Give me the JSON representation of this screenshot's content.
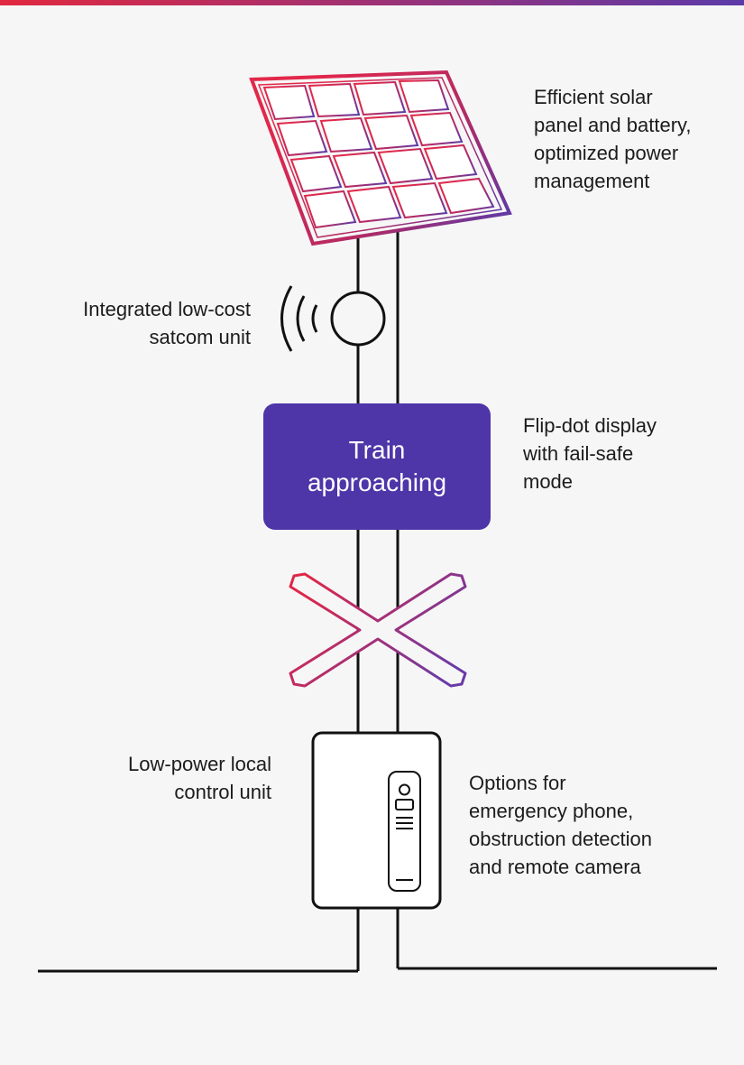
{
  "colors": {
    "background": "#f6f6f7",
    "gradient_start": "#d9284f",
    "gradient_end": "#5b3aa8",
    "display_fill": "#4e35a8",
    "line": "#111111"
  },
  "icons": {
    "solar_panel": "solar-panel-icon",
    "satcom": "satellite-signal-icon",
    "crossbuck": "crossbuck-icon",
    "control_unit": "control-cabinet-icon",
    "phone": "emergency-phone-icon"
  },
  "labels": {
    "solar": "Efficient solar\npanel and battery,\noptimized power\nmanagement",
    "satcom": "Integrated low-cost\nsatcom unit",
    "display": "Flip-dot display\nwith fail-safe\nmode",
    "control": "Low-power local\ncontrol unit",
    "options": "Options for\nemergency phone,\nobstruction detection\nand remote camera"
  },
  "display_message": "Train\napproaching"
}
